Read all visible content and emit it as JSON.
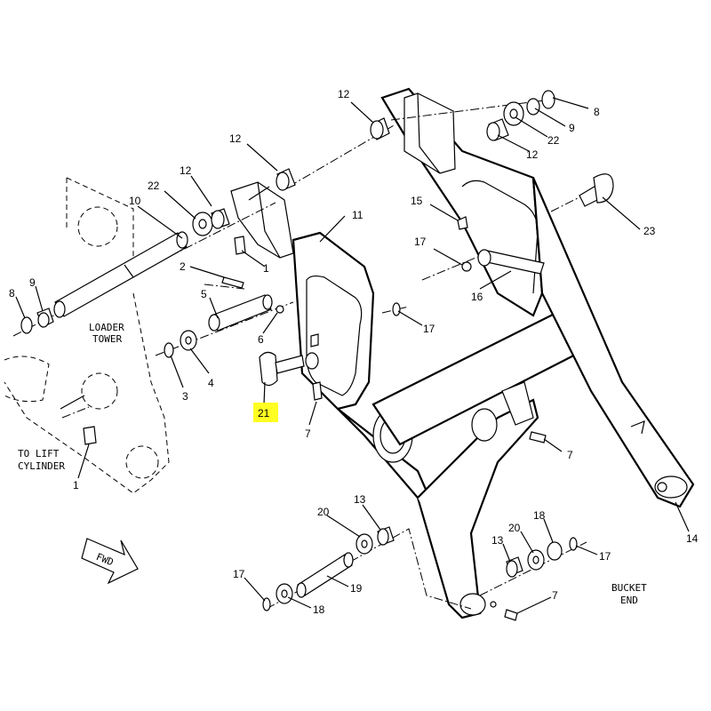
{
  "labels": {
    "loader_tower_1": "LOADER",
    "loader_tower_2": "TOWER",
    "lift_cyl_1": "TO LIFT",
    "lift_cyl_2": "CYLINDER",
    "fwd": "FWD",
    "bucket_1": "BUCKET",
    "bucket_2": "END"
  },
  "callouts": [
    {
      "id": "c12a",
      "text": "12"
    },
    {
      "id": "c12b",
      "text": "12"
    },
    {
      "id": "c12c",
      "text": "12"
    },
    {
      "id": "c12d",
      "text": "12"
    },
    {
      "id": "c8a",
      "text": "8"
    },
    {
      "id": "c9a",
      "text": "9"
    },
    {
      "id": "c22a",
      "text": "22"
    },
    {
      "id": "c22b",
      "text": "22"
    },
    {
      "id": "c10",
      "text": "10"
    },
    {
      "id": "c15",
      "text": "15"
    },
    {
      "id": "c11",
      "text": "11"
    },
    {
      "id": "c23",
      "text": "23"
    },
    {
      "id": "c17a",
      "text": "17"
    },
    {
      "id": "c16",
      "text": "16"
    },
    {
      "id": "c1a",
      "text": "1"
    },
    {
      "id": "c2",
      "text": "2"
    },
    {
      "id": "c5",
      "text": "5"
    },
    {
      "id": "c8b",
      "text": "8"
    },
    {
      "id": "c9b",
      "text": "9"
    },
    {
      "id": "c17b",
      "text": "17"
    },
    {
      "id": "c6",
      "text": "6"
    },
    {
      "id": "c3",
      "text": "3"
    },
    {
      "id": "c4",
      "text": "4"
    },
    {
      "id": "c21",
      "text": "21"
    },
    {
      "id": "c7a",
      "text": "7"
    },
    {
      "id": "c7b",
      "text": "7"
    },
    {
      "id": "c1b",
      "text": "1"
    },
    {
      "id": "c14",
      "text": "14"
    },
    {
      "id": "c20a",
      "text": "20"
    },
    {
      "id": "c13a",
      "text": "13"
    },
    {
      "id": "c18a",
      "text": "18"
    },
    {
      "id": "c20b",
      "text": "20"
    },
    {
      "id": "c13b",
      "text": "13"
    },
    {
      "id": "c17c",
      "text": "17"
    },
    {
      "id": "c19",
      "text": "19"
    },
    {
      "id": "c17d",
      "text": "17"
    },
    {
      "id": "c18b",
      "text": "18"
    },
    {
      "id": "c7c",
      "text": "7"
    }
  ],
  "highlight_color": "#ffff22"
}
